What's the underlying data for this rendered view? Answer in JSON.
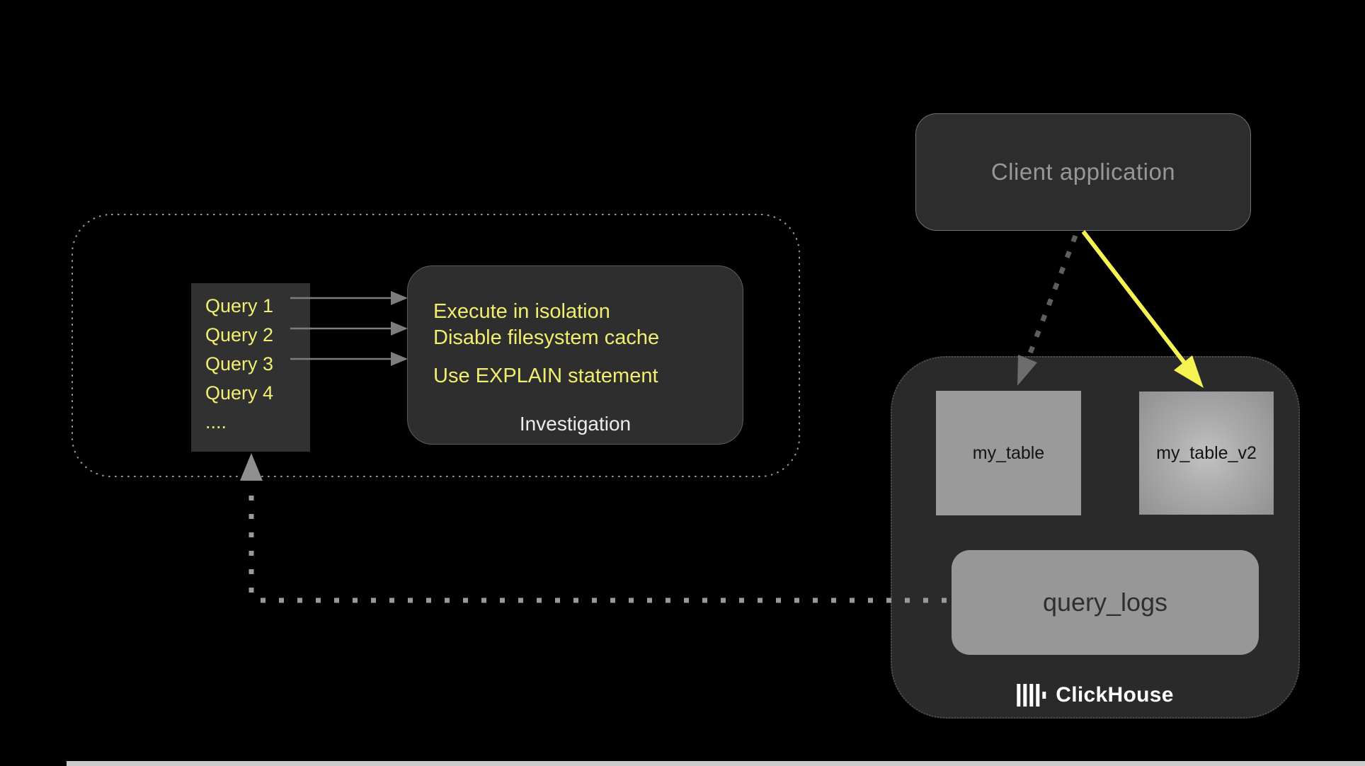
{
  "diagram": {
    "client_application": {
      "label": "Client application"
    },
    "investigation": {
      "queries": [
        "Query 1",
        "Query 2",
        "Query 3",
        "Query 4",
        "...."
      ],
      "tip_1": "Execute in isolation",
      "tip_2": "Disable filesystem cache",
      "tip_3": "Use EXPLAIN statement",
      "label": "Investigation"
    },
    "clickhouse": {
      "table_1": "my_table",
      "table_2": "my_table_v2",
      "logs_table": "query_logs",
      "brand": "ClickHouse"
    },
    "colors": {
      "accent_yellow": "#f5f252",
      "arrow_gray": "#7d7d7d",
      "dotted_gray": "#9a9a9a",
      "panel_dark": "#2e2e2e",
      "table_gray": "#9a9a9a",
      "background": "#000000"
    }
  }
}
